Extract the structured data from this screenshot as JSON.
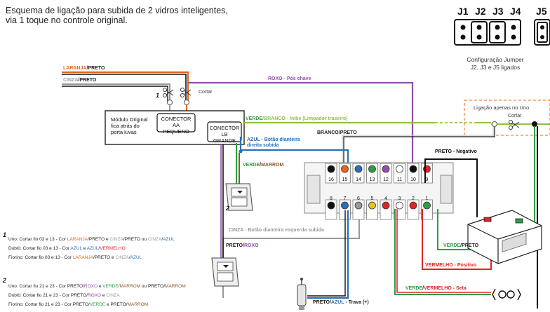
{
  "title": {
    "line1": "Esquema de ligação para subida de 2 vidros inteligentes,",
    "line2": "via 1 toque no controle original."
  },
  "jumper": {
    "labels": [
      "J1",
      "J2",
      "J3",
      "J4",
      "J5"
    ],
    "caption_line1": "Configuração Jumper",
    "caption_line2": "J2, J3 e J5 ligados"
  },
  "wires": {
    "laranja": "LARANJA",
    "preto": "PRETO",
    "cinza": "CINZA",
    "roxo_pos": "ROXO - Pós chave",
    "cortar": "Cortar",
    "verde": "VERDE",
    "branco_inibe": "/BRANCO - Inibe (Limpador traseiro)",
    "branco": "BRANCO",
    "azul_botao1": "AZUL - Botão dianteira",
    "azul_botao2": "direita subida",
    "verde_marrom_v": "VERDE",
    "verde_marrom_m": "MARROM",
    "cinza_botao": "CINZA - Botão dianteira esquerda subida",
    "preto_roxo_p": "PRETO",
    "preto_roxo_r": "ROXO",
    "preto_negativo": "PRETO - Negativo",
    "vermelho_positivo": "VERMELHO - Positivo",
    "verde_preto_v": "VERDE",
    "verde_preto_p": "PRETO",
    "seta_v": "VERDE",
    "seta_r": "VERMELHO - Seta",
    "trava_p": "PRETO",
    "trava_a": "AZUL",
    "trava_suffix": " - Trava (+)",
    "slash": "/"
  },
  "modules": {
    "original_line1": "Módulo Original",
    "original_line2": "fica atrás do",
    "original_line3": "porta luvas",
    "conector_aa1": "CONECTOR AA",
    "conector_aa2": "PEQUENO",
    "conector_lb1": "CONECTOR LB",
    "conector_lb2": "GRANDE"
  },
  "uno_only": {
    "title": "Ligação apenas no Uno",
    "cortar": "Cortar"
  },
  "markers": {
    "one": "1",
    "two": "2"
  },
  "connector_pins": {
    "top": [
      "16",
      "15",
      "14",
      "13",
      "12",
      "11",
      "10",
      "9"
    ],
    "bottom": [
      "8",
      "7",
      "6",
      "5",
      "4",
      "3",
      "2",
      "1"
    ]
  },
  "notes": {
    "group1": [
      {
        "prefix": "Uno: Cortar fio 03 e 13 - Cor ",
        "parts": [
          [
            "LARANJA",
            "#e8661a"
          ],
          [
            "/PRETO e ",
            "#222"
          ],
          [
            "CINZA",
            "#9a9a9a"
          ],
          [
            "/PRETO ou ",
            "#222"
          ],
          [
            "CINZA",
            "#9a9a9a"
          ],
          [
            "/",
            "#222"
          ],
          [
            "AZUL",
            "#2a6fb8"
          ]
        ]
      },
      {
        "prefix": "Doblò: Cortar fio 03 e 13 - Cor ",
        "parts": [
          [
            "AZUL",
            "#2a6fb8"
          ],
          [
            " e ",
            "#222"
          ],
          [
            "AZUL",
            "#2a6fb8"
          ],
          [
            "/",
            "#222"
          ],
          [
            "VERMELHO",
            "#e0242a"
          ]
        ]
      },
      {
        "prefix": "Fiorino: Cortar fio 03 e 13 - Cor ",
        "parts": [
          [
            "LARANJA",
            "#e8661a"
          ],
          [
            "/PRETO e ",
            "#222"
          ],
          [
            "CINZA",
            "#9a9a9a"
          ],
          [
            "/",
            "#222"
          ],
          [
            "AZUL",
            "#2a6fb8"
          ]
        ]
      }
    ],
    "group2": [
      {
        "prefix": "Uno: Cortar fio 21 e 23 - Cor PRETO/",
        "parts": [
          [
            "ROXO",
            "#8e4fae"
          ],
          [
            " e ",
            "#222"
          ],
          [
            "VERDE",
            "#2e9e45"
          ],
          [
            "/",
            "#222"
          ],
          [
            "MARROM",
            "#8b5a2b"
          ],
          [
            " ou PRETO/",
            "#222"
          ],
          [
            "MARROM",
            "#8b5a2b"
          ]
        ]
      },
      {
        "prefix": "Doblò: Cortar fio 21 e 23 - Cor PRETO/",
        "parts": [
          [
            "ROXO",
            "#8e4fae"
          ],
          [
            " e ",
            "#222"
          ],
          [
            "CINZA",
            "#9a9a9a"
          ]
        ]
      },
      {
        "prefix": "Fiorino: Cortar fio 21 e 23 - Cor PRETO/",
        "parts": [
          [
            "VERDE",
            "#2e9e45"
          ],
          [
            " e PRETO/",
            "#222"
          ],
          [
            "MARROM",
            "#8b5a2b"
          ]
        ]
      }
    ]
  },
  "colors": {
    "orange": "#e8661a",
    "purple": "#8e4fae",
    "green": "#2e9e45",
    "light_green": "#8cc63f",
    "blue": "#2a6fb8",
    "brown": "#8b5a2b",
    "grey": "#9a9a9a",
    "red": "#e0242a",
    "black": "#111111"
  }
}
